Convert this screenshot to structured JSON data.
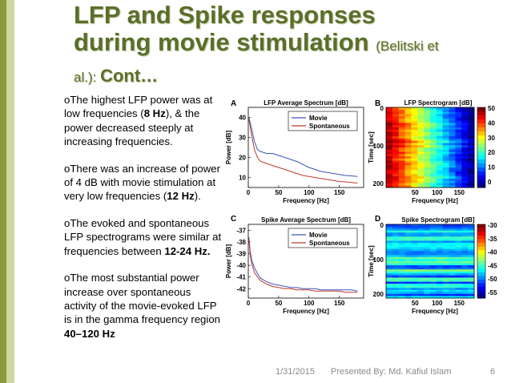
{
  "colors": {
    "title": "#5a6f2a",
    "bar_dark": "#8a9a3c",
    "bar_light": "#cdd7a0",
    "movie": "#3a55b8",
    "spontaneous": "#c0392b"
  },
  "title": {
    "line1": "LFP and Spike responses",
    "line2": "during movie stimulation ",
    "cite_open": "(",
    "cite1": "Belitski et",
    "cite2": "al.)",
    "colon": ": ",
    "cont": "Cont…"
  },
  "bullets": [
    {
      "marker": "o",
      "segments": [
        {
          "t": "The highest LFP power was at low frequencies ("
        },
        {
          "t": "8 Hz",
          "b": true
        },
        {
          "t": "), & the power decreased steeply at increasing frequencies."
        }
      ]
    },
    {
      "marker": "o",
      "segments": [
        {
          "t": "There was an increase of power of 4 dB with movie stimulation at very low frequencies ("
        },
        {
          "t": "12 Hz",
          "b": true
        },
        {
          "t": ")."
        }
      ]
    },
    {
      "marker": "o",
      "segments": [
        {
          "t": "The evoked and spontaneous LFP spectrograms were similar at frequencies between "
        },
        {
          "t": "12-24 Hz.",
          "b": true
        }
      ]
    },
    {
      "marker": "o",
      "segments": [
        {
          "t": "The most substantial power increase over spontaneous activity of the movie-evoked LFP is in the gamma frequency region "
        },
        {
          "t": "40–120 Hz",
          "b": true
        }
      ]
    }
  ],
  "footer": {
    "date": "1/31/2015",
    "presenter": "Presented By: Md. Kafiul Islam",
    "page": "6"
  },
  "chart_data": [
    {
      "panel": "A",
      "type": "line",
      "title": "LFP Average Spectrum [dB]",
      "xlabel": "Frequency [Hz]",
      "ylabel": "Power [dB]",
      "xlim": [
        0,
        190
      ],
      "ylim": [
        5,
        45
      ],
      "xticks": [
        0,
        50,
        100,
        150
      ],
      "yticks": [
        10,
        20,
        30,
        40
      ],
      "legend": "top-right",
      "x": [
        1,
        5,
        10,
        15,
        20,
        30,
        40,
        50,
        60,
        70,
        80,
        90,
        100,
        110,
        120,
        130,
        140,
        150,
        160,
        170,
        180
      ],
      "series": [
        {
          "name": "Movie",
          "color": "movie",
          "values": [
            40,
            35,
            28,
            24,
            23,
            22,
            22,
            21,
            20,
            19,
            18,
            16.5,
            15,
            14,
            13,
            12.5,
            12,
            11.5,
            11,
            10.8,
            10.5
          ]
        },
        {
          "name": "Spontaneous",
          "color": "spontaneous",
          "values": [
            39,
            32,
            24,
            20,
            18,
            17,
            16,
            15,
            14,
            13,
            12,
            11,
            10.5,
            10,
            9.5,
            9,
            8.5,
            8,
            7.8,
            7.5,
            7.2
          ]
        }
      ]
    },
    {
      "panel": "B",
      "type": "heatmap",
      "title": "LFP Spectrogram [dB]",
      "xlabel": "Frequency [Hz]",
      "ylabel": "Time [sec]",
      "xticks": [
        50,
        100,
        150
      ],
      "yticks": [
        0,
        100,
        200
      ],
      "colorbar_ticks": [
        50,
        40,
        30,
        20,
        10,
        0
      ]
    },
    {
      "panel": "C",
      "type": "line",
      "title": "Spike Average Spectrum [dB]",
      "xlabel": "Frequency [Hz]",
      "ylabel": "Power [dB]",
      "xlim": [
        0,
        190
      ],
      "ylim": [
        -42.8,
        -36.5
      ],
      "xticks": [
        0,
        50,
        100,
        150
      ],
      "yticks": [
        -37,
        -38,
        -39,
        -40,
        -41,
        -42
      ],
      "legend": "top-right",
      "x": [
        1,
        3,
        6,
        10,
        15,
        20,
        30,
        40,
        50,
        60,
        70,
        80,
        90,
        100,
        110,
        120,
        130,
        140,
        150,
        160,
        170,
        180
      ],
      "series": [
        {
          "name": "Movie",
          "color": "movie",
          "values": [
            -37.6,
            -38.8,
            -39.6,
            -40.2,
            -40.7,
            -41.1,
            -41.4,
            -41.6,
            -41.7,
            -41.8,
            -41.9,
            -41.9,
            -42.0,
            -42.0,
            -42.0,
            -42.1,
            -42.1,
            -42.1,
            -42.1,
            -42.1,
            -42.1,
            -42.2
          ]
        },
        {
          "name": "Spontaneous",
          "color": "spontaneous",
          "values": [
            -37.8,
            -39.1,
            -39.9,
            -40.6,
            -41.0,
            -41.3,
            -41.6,
            -41.8,
            -41.9,
            -42.0,
            -42.0,
            -42.1,
            -42.1,
            -42.1,
            -42.2,
            -42.2,
            -42.2,
            -42.2,
            -42.2,
            -42.3,
            -42.3,
            -42.3
          ]
        }
      ]
    },
    {
      "panel": "D",
      "type": "heatmap",
      "title": "Spike Spectrogram [dB]",
      "xlabel": "Frequency [Hz]",
      "ylabel": "Time [sec]",
      "xticks": [
        50,
        100,
        150
      ],
      "yticks": [
        0,
        100,
        200
      ],
      "colorbar_ticks": [
        -30,
        -35,
        -40,
        -45,
        -50,
        -55
      ]
    }
  ]
}
